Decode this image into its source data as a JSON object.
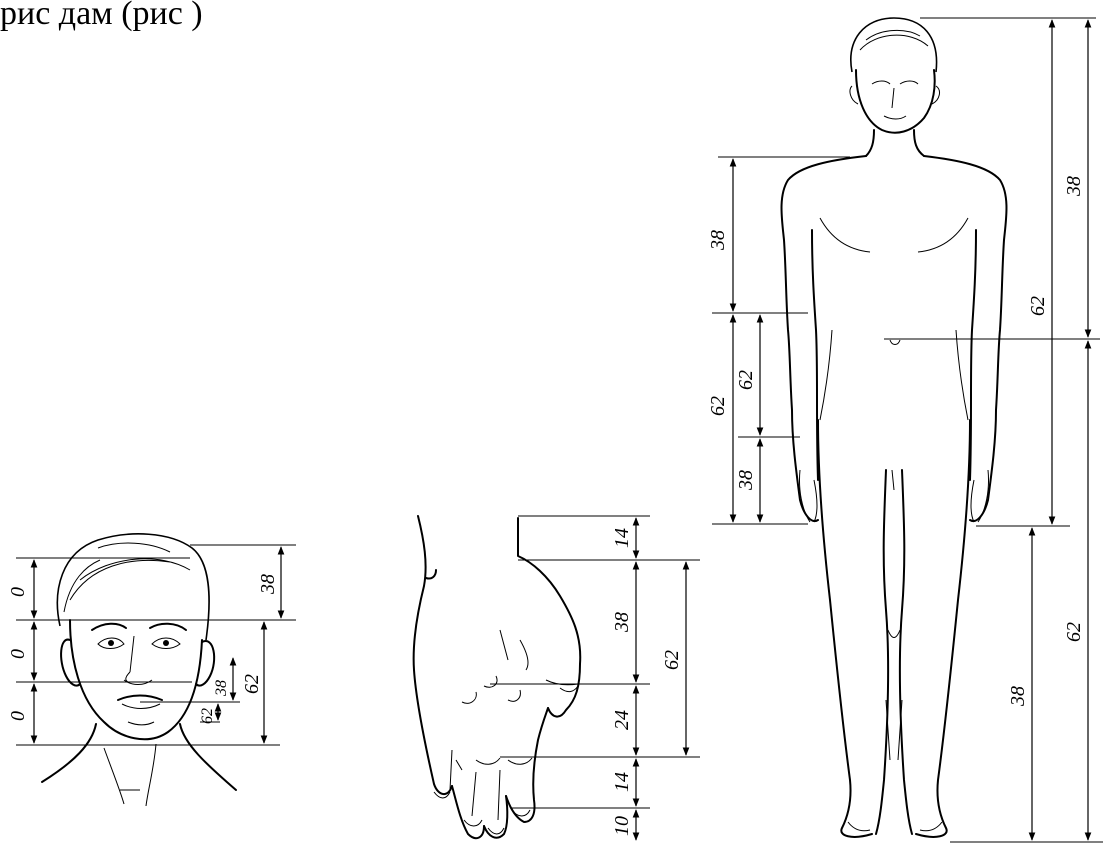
{
  "caption": "рис                                                    дам (рис )",
  "labels": {
    "head_0_a": "0",
    "head_0_b": "0",
    "head_0_c": "0",
    "head_38": "38",
    "head_62": "62",
    "head_38_small": "38",
    "head_62_small": "62",
    "hand_14_top": "14",
    "hand_38": "38",
    "hand_62": "62",
    "hand_24": "24",
    "hand_14_low": "14",
    "hand_10": "10",
    "body_38_upper": "38",
    "body_62_mid": "62",
    "body_62_inner": "62",
    "body_38_inner": "38",
    "body_38_right": "38",
    "body_62_right": "62",
    "body_62_legs": "62",
    "body_38_legs": "38"
  }
}
